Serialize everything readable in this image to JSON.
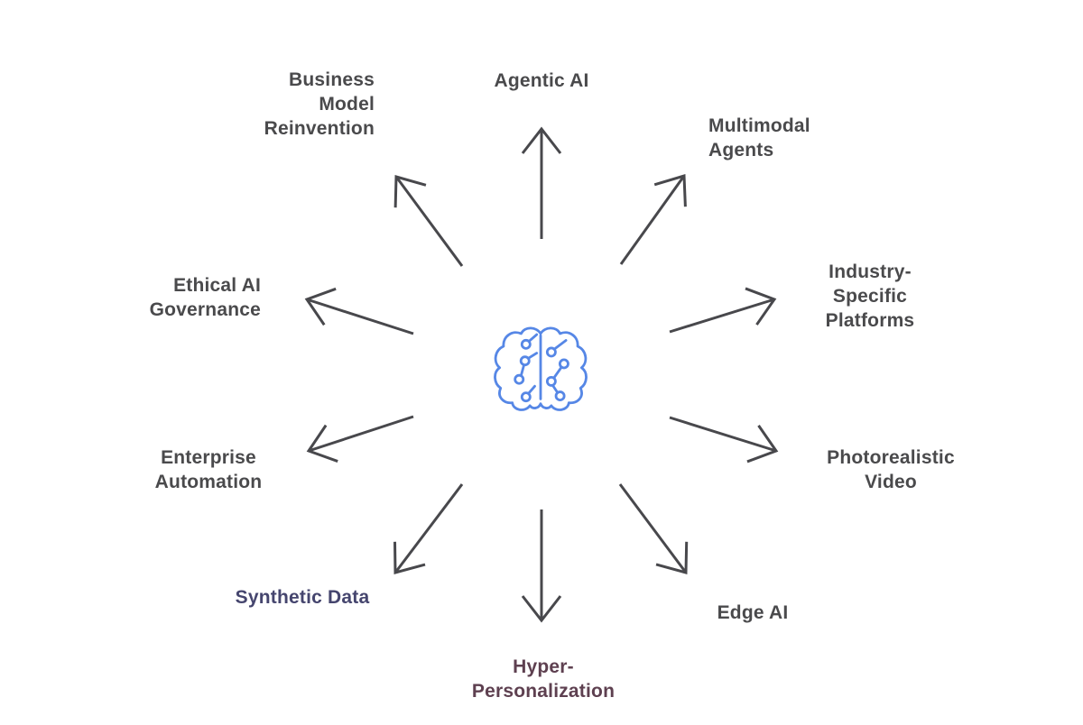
{
  "diagram": {
    "type": "radial-trend-diagram",
    "center_icon": "brain-circuit-icon",
    "colors": {
      "background": "#ffffff",
      "arrow": "#48484c",
      "text_default": "#4a4a4c",
      "text_synthetic_data": "#45456e",
      "text_hyper_personalization": "#5e4050",
      "brain_icon": "#5687e6"
    },
    "trends": {
      "agentic_ai": {
        "line1": "Agentic AI"
      },
      "multimodal_agents": {
        "line1": "Multimodal",
        "line2": "Agents"
      },
      "industry_specific_platforms": {
        "line1": "Industry-",
        "line2": "Specific",
        "line3": "Platforms"
      },
      "photorealistic_video": {
        "line1": "Photorealistic",
        "line2": "Video"
      },
      "edge_ai": {
        "line1": "Edge AI"
      },
      "hyper_personalization": {
        "line1": "Hyper-",
        "line2": "Personalization"
      },
      "synthetic_data": {
        "line1": "Synthetic Data"
      },
      "enterprise_automation": {
        "line1": "Enterprise",
        "line2": "Automation"
      },
      "ethical_ai_governance": {
        "line1": "Ethical AI",
        "line2": "Governance"
      },
      "business_model_reinvention": {
        "line1": "Business",
        "line2": "Model",
        "line3": "Reinvention"
      }
    }
  }
}
